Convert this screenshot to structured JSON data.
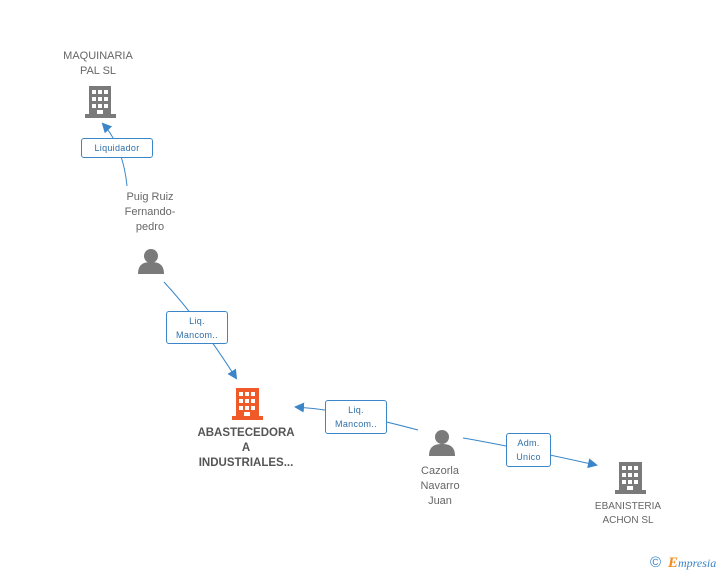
{
  "nodes": {
    "maquinaria": {
      "lines": [
        "MAQUINARIA",
        "PAL SL"
      ]
    },
    "puig": {
      "lines": [
        "Puig Ruiz",
        "Fernando-",
        "pedro"
      ]
    },
    "abastecedora": {
      "lines": [
        "ABASTECEDORA",
        "A",
        "INDUSTRIALES..."
      ]
    },
    "cazorla": {
      "lines": [
        "Cazorla",
        "Navarro",
        "Juan"
      ]
    },
    "ebanisteria": {
      "lines": [
        "EBANISTERIA",
        "ACHON SL"
      ]
    }
  },
  "edges": {
    "liquidador": {
      "lines": [
        "Liquidador"
      ]
    },
    "liq_mancom_1": {
      "lines": [
        "Liq.",
        "Mancom.."
      ]
    },
    "liq_mancom_2": {
      "lines": [
        "Liq.",
        "Mancom.."
      ]
    },
    "adm_unico": {
      "lines": [
        "Adm.",
        "Unico"
      ]
    }
  },
  "footer": {
    "copyright": "©",
    "brand_first": "E",
    "brand_rest": "mpresia"
  },
  "colors": {
    "company": "#7a7a7a",
    "focus_company": "#f05a28",
    "person": "#7a7a7a",
    "edge": "#3a86c8"
  }
}
